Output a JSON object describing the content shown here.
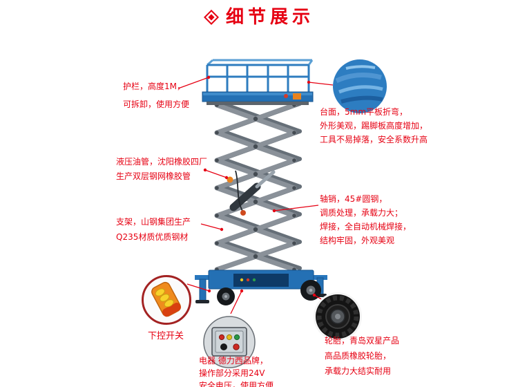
{
  "header": {
    "title": "细节展示"
  },
  "colors": {
    "accent_red": "#e60012",
    "machine_blue": "#2470b4",
    "scissor_gray": "#858c93",
    "dark_steel": "#30373e"
  },
  "callouts": {
    "guardrail": {
      "lines": [
        "护栏，高度1M，",
        "可拆卸，使用方便"
      ]
    },
    "platform": {
      "lines": [
        "台面，5mm平板折弯，",
        "外形美观，踢脚板高度增加，",
        "工具不易掉落，安全系数升高"
      ]
    },
    "hydraulic_pipe": {
      "lines": [
        "液压油管，沈阳橡胶四厂",
        "生产双层钢网橡胶管"
      ]
    },
    "frame": {
      "lines": [
        "支架，山钢集团生产",
        "Q235材质优质钢材"
      ]
    },
    "axle_pin": {
      "lines": [
        "轴销，45#圆钢，",
        "调质处理，承载力大；",
        "焊接，全自动机械焊接，",
        "结构牢固，外观美观"
      ]
    },
    "lower_switch": {
      "lines": [
        "下控开关"
      ]
    },
    "electrical": {
      "lines": [
        "电器 德力西品牌，",
        "操作部分采用24V",
        "安全电压，使用方便"
      ]
    },
    "tires": {
      "lines": [
        "轮胎，青岛双星产品",
        "高品质橡胶轮胎，",
        "承载力大结实耐用"
      ]
    }
  }
}
